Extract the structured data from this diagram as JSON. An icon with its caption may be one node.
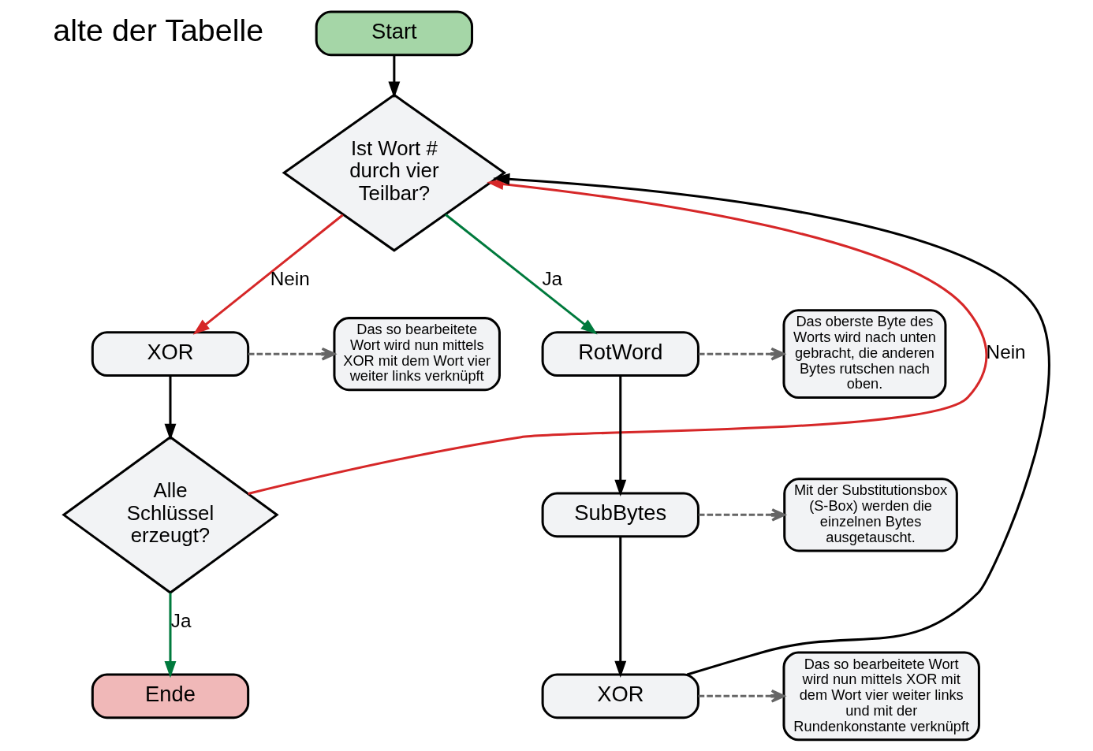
{
  "diagram": {
    "nodes": [
      {
        "text": [
          "Start"
        ]
      },
      {
        "text": [
          "Ist Wort # durch vier Teilbar?"
        ]
      },
      {
        "text": [
          "XOR"
        ]
      },
      {
        "text": [
          "Das so bearbeitete Wort wird nun mittels XOR mit dem Wort vier weiter links verknüpft"
        ]
      },
      {
        "text": [
          "Alle Schlüssel erzeugt?"
        ]
      },
      {
        "text": [
          "Ende"
        ]
      },
      {
        "text": [
          "RotWord"
        ]
      },
      {
        "text": [
          "Das oberste Byte des Worts wird nach unten gebracht, die anderen Bytes rutschen nach oben."
        ]
      },
      {
        "text": [
          "SubBytes"
        ]
      },
      {
        "text": [
          "Mit der Substitutionsbox (S-Box) werden die einzelnen Bytes ausgetauscht."
        ]
      },
      {
        "text": [
          "XOR"
        ]
      },
      {
        "text": [
          "Das so bearbeitete Wort wird nun mittels XOR mit dem Wort vier weiter links und mit der Rundenkonstante verknüpft"
        ]
      }
    ],
    "edges": [
      {
        "from": 0,
        "to": 1,
        "arrow": "to"
      },
      {
        "from": 1,
        "to": 2,
        "arrow": "to",
        "label": "Nein",
        "color": "#d62728"
      },
      {
        "from": 1,
        "to": 6,
        "arrow": "to",
        "label": "Ja",
        "color": "#007a3d"
      },
      {
        "from": 2,
        "to": 3,
        "arrow": "to",
        "style": "dashed",
        "color": "#666666"
      },
      {
        "from": 2,
        "to": 4,
        "arrow": "to"
      },
      {
        "from": 4,
        "to": 5,
        "arrow": "to",
        "label": "Ja",
        "color": "#007a3d"
      },
      {
        "from": 4,
        "to": 1,
        "arrow": "to",
        "label": "Nein",
        "color": "#d62728"
      },
      {
        "from": 6,
        "to": 7,
        "arrow": "to",
        "style": "dashed",
        "color": "#666666"
      },
      {
        "from": 6,
        "to": 8,
        "arrow": "to"
      },
      {
        "from": 8,
        "to": 9,
        "arrow": "to",
        "style": "dashed",
        "color": "#666666"
      },
      {
        "from": 8,
        "to": 10,
        "arrow": "to"
      },
      {
        "from": 10,
        "to": 11,
        "arrow": "to",
        "style": "dashed",
        "color": "#666666"
      },
      {
        "from": 10,
        "to": 1,
        "arrow": "to"
      }
    ],
    "labels": [
      "alte der Tabelle"
    ]
  }
}
